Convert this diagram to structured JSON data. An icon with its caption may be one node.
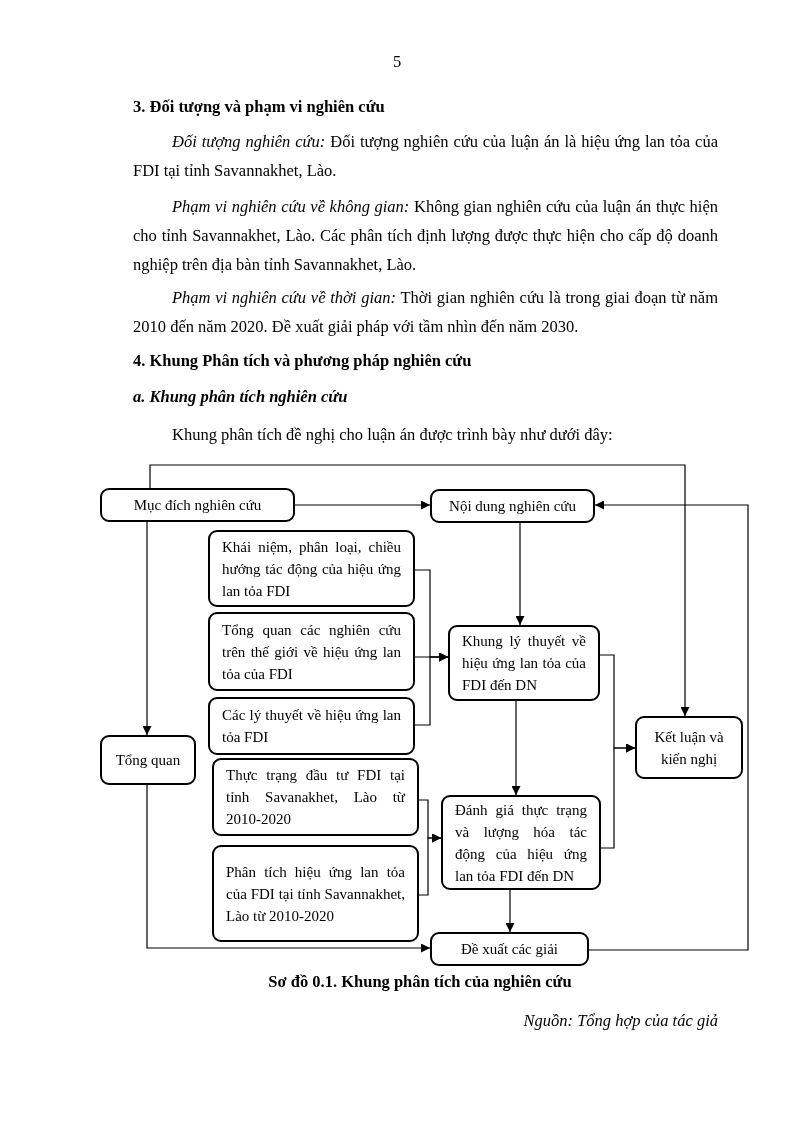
{
  "diagram": {
    "caption": "Sơ đồ 0.1. Khung phân tích của nghiên cứu",
    "nodes": [
      {
        "text": [
          "Mục đích nghiên cứu"
        ]
      },
      {
        "text": [
          "Nội dung nghiên cứu"
        ]
      },
      {
        "text": [
          "Khái niệm, phân loại, chiều hướng tác động của hiệu ứng lan tỏa FDI"
        ]
      },
      {
        "text": [
          "Tổng quan các nghiên cứu trên thế giới về hiệu ứng lan tỏa của FDI"
        ]
      },
      {
        "text": [
          "Khung lý thuyết về hiệu ứng lan tỏa của FDI đến DN"
        ]
      },
      {
        "text": [
          "Các lý thuyết về hiệu ứng lan tỏa FDI"
        ]
      },
      {
        "text": [
          "Tổng quan"
        ]
      },
      {
        "text": [
          "Kết luận và kiến nghị"
        ]
      },
      {
        "text": [
          "Thực trạng đầu tư FDI tại tỉnh Savanakhet, Lào từ 2010-2020"
        ]
      },
      {
        "text": [
          "Đánh giá thực trạng và lượng hóa tác động của hiệu ứng lan tỏa FDI đến DN"
        ]
      },
      {
        "text": [
          "Phân tích hiệu ứng lan tỏa của FDI tại tỉnh Savannakhet, Lào từ 2010-2020"
        ]
      },
      {
        "text": [
          "Đề xuất các giải"
        ]
      }
    ],
    "edges": [
      {
        "from": 0,
        "to": 1,
        "arrow": "to"
      },
      {
        "from": 0,
        "to": 7,
        "arrow": "to"
      },
      {
        "from": 0,
        "to": 6,
        "arrow": "to"
      },
      {
        "from": 1,
        "to": 4,
        "arrow": "to"
      },
      {
        "from": 2,
        "to": 4,
        "arrow": "to"
      },
      {
        "from": 3,
        "to": 4,
        "arrow": "to"
      },
      {
        "from": 5,
        "to": 4,
        "arrow": "to"
      },
      {
        "from": 4,
        "to": 9,
        "arrow": "to"
      },
      {
        "from": 8,
        "to": 9,
        "arrow": "to"
      },
      {
        "from": 10,
        "to": 9,
        "arrow": "to"
      },
      {
        "from": 4,
        "to": 7,
        "arrow": "to"
      },
      {
        "from": 9,
        "to": 7,
        "arrow": "to"
      },
      {
        "from": 9,
        "to": 11,
        "arrow": "to"
      },
      {
        "from": 6,
        "to": 11,
        "arrow": "to"
      },
      {
        "from": 11,
        "to": 1,
        "arrow": "to"
      }
    ],
    "labels": [
      "5",
      "3. Đối tượng và phạm vi nghiên cứu",
      "*Đối tượng nghiên cứu:* Đối tượng nghiên cứu của luận án là hiệu ứng lan tỏa của FDI tại tỉnh Savannakhet, Lào.",
      "*Phạm vi nghiên cứu về không gian:* Không gian nghiên cứu của luận án thực hiện cho tỉnh Savannakhet, Lào. Các phân tích định lượng được thực hiện cho cấp độ doanh nghiệp trên địa bàn tỉnh Savannakhet, Lào.",
      "*Phạm vi nghiên cứu về thời gian:* Thời gian nghiên cứu là trong giai đoạn từ năm 2010 đến năm 2020. Đề xuất giải pháp với tầm nhìn đến năm 2030.",
      "4. Khung Phân tích và phương pháp nghiên cứu",
      "a. Khung phân tích nghiên cứu",
      "Khung phân tích đề nghị cho luận án được trình bày như dưới đây:",
      "Nguồn: Tổng hợp của tác giả"
    ]
  }
}
